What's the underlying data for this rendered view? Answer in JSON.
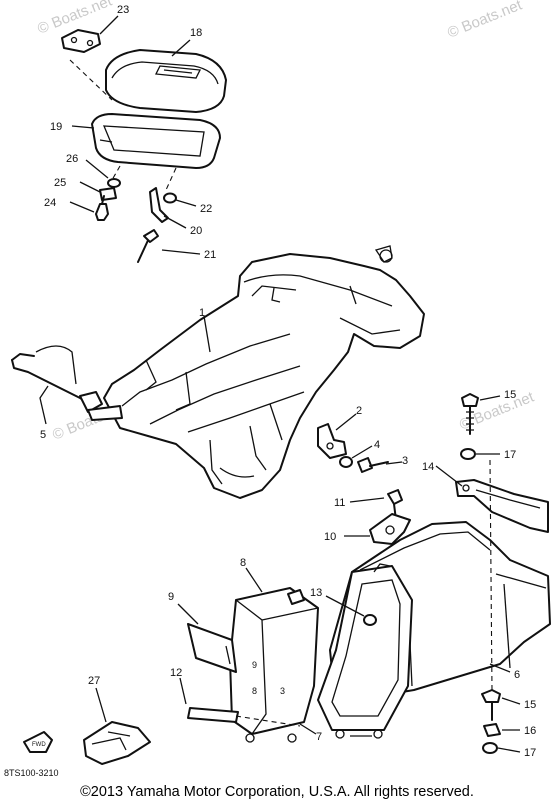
{
  "watermarks": [
    "© Boats.net",
    "© Boats.net",
    "© Boats.net",
    "© Boats.net"
  ],
  "part_labels": [
    {
      "id": "p23",
      "text": "23"
    },
    {
      "id": "p18",
      "text": "18"
    },
    {
      "id": "p19",
      "text": "19"
    },
    {
      "id": "p26",
      "text": "26"
    },
    {
      "id": "p25",
      "text": "25"
    },
    {
      "id": "p24",
      "text": "24"
    },
    {
      "id": "p22",
      "text": "22"
    },
    {
      "id": "p20",
      "text": "20"
    },
    {
      "id": "p21",
      "text": "21"
    },
    {
      "id": "p1",
      "text": "1"
    },
    {
      "id": "p5",
      "text": "5"
    },
    {
      "id": "p2",
      "text": "2"
    },
    {
      "id": "p4",
      "text": "4"
    },
    {
      "id": "p3",
      "text": "3"
    },
    {
      "id": "p15a",
      "text": "15"
    },
    {
      "id": "p17a",
      "text": "17"
    },
    {
      "id": "p14",
      "text": "14"
    },
    {
      "id": "p11",
      "text": "11"
    },
    {
      "id": "p10",
      "text": "10"
    },
    {
      "id": "p8",
      "text": "8"
    },
    {
      "id": "p9",
      "text": "9"
    },
    {
      "id": "p13",
      "text": "13"
    },
    {
      "id": "p6",
      "text": "6"
    },
    {
      "id": "p12",
      "text": "12"
    },
    {
      "id": "p27",
      "text": "27"
    },
    {
      "id": "p15b",
      "text": "15"
    },
    {
      "id": "p16",
      "text": "16"
    },
    {
      "id": "p17b",
      "text": "17"
    },
    {
      "id": "p7",
      "text": "7"
    }
  ],
  "diagram_code": "8TS100-3210",
  "fwd_label": "FWD",
  "copyright": "©2013 Yamaha Motor Corporation, U.S.A. All rights reserved."
}
